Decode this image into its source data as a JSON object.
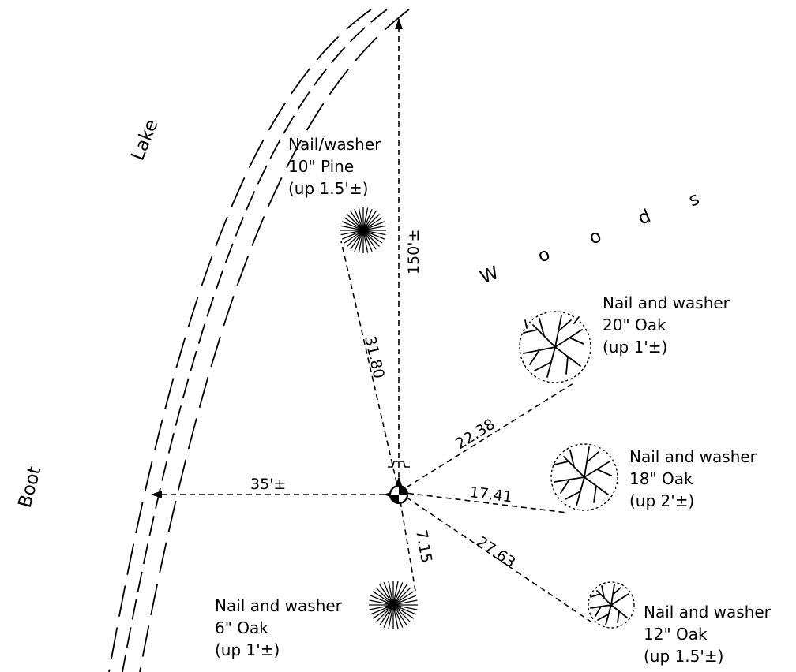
{
  "area_labels": {
    "lake": "Lake",
    "boot": "Boot",
    "woods": [
      "W",
      "o",
      "o",
      "d",
      "s"
    ]
  },
  "trees": [
    {
      "id": "pine-10",
      "lines": [
        "Nail/washer",
        "10\" Pine",
        "(up 1.5'±)"
      ],
      "distance": "31.80"
    },
    {
      "id": "oak-20",
      "lines": [
        "Nail and washer",
        "20\" Oak",
        "(up 1'±)"
      ],
      "distance": "22.38"
    },
    {
      "id": "oak-18",
      "lines": [
        "Nail and washer",
        "18\" Oak",
        "(up 2'±)"
      ],
      "distance": "17.41"
    },
    {
      "id": "oak-12",
      "lines": [
        "Nail and washer",
        "12\" Oak",
        "(up 1.5'±)"
      ],
      "distance": "27.63"
    },
    {
      "id": "oak-6",
      "lines": [
        "Nail and washer",
        "6\" Oak",
        "(up 1'±)"
      ],
      "distance": "7.15"
    }
  ],
  "dimensions": {
    "north": "150'±",
    "west": "35'±"
  }
}
